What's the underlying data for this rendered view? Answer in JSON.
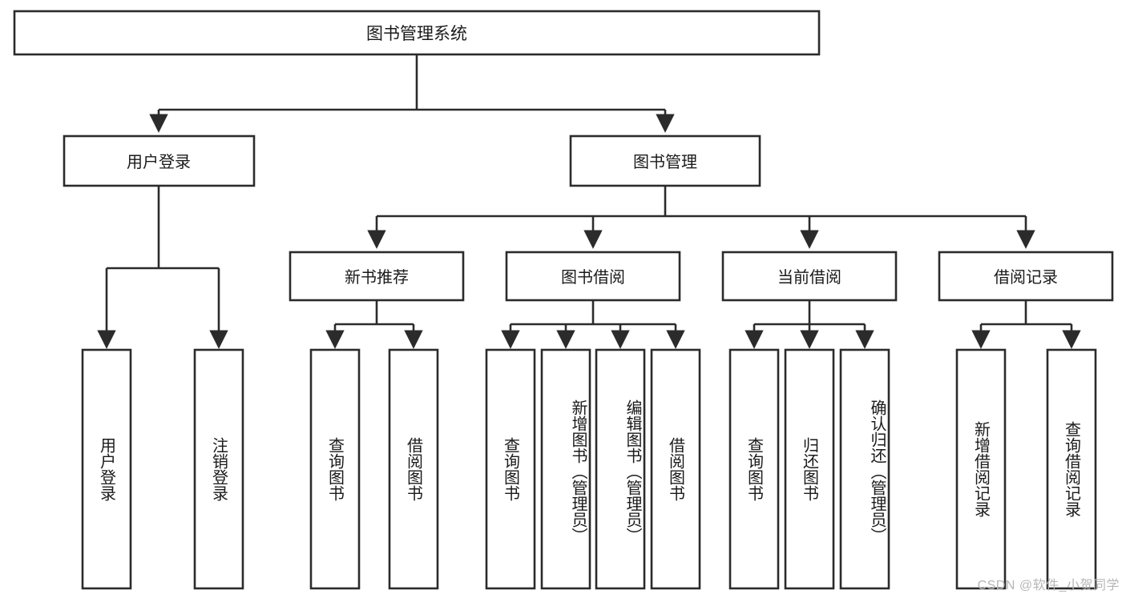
{
  "diagram": {
    "title": "图书管理系统",
    "type": "tree-hierarchy-chart",
    "root": {
      "label": "图书管理系统"
    },
    "level2": [
      {
        "label": "用户登录"
      },
      {
        "label": "图书管理"
      }
    ],
    "level3": [
      {
        "label": "新书推荐"
      },
      {
        "label": "图书借阅"
      },
      {
        "label": "当前借阅"
      },
      {
        "label": "借阅记录"
      }
    ],
    "leaves": {
      "user_login": [
        {
          "label": "用户登录"
        },
        {
          "label": "注销登录"
        }
      ],
      "new_book_recommend": [
        {
          "label": "查询图书"
        },
        {
          "label": "借阅图书"
        }
      ],
      "book_borrow": [
        {
          "label": "查询图书"
        },
        {
          "label": "新增图书（管理员）"
        },
        {
          "label": "编辑图书（管理员）"
        },
        {
          "label": "借阅图书"
        }
      ],
      "current_borrow": [
        {
          "label": "查询图书"
        },
        {
          "label": "归还图书"
        },
        {
          "label": "确认归还（管理员）"
        }
      ],
      "borrow_record": [
        {
          "label": "新增借阅记录"
        },
        {
          "label": "查询借阅记录"
        }
      ]
    }
  },
  "watermark": {
    "text": "CSDN @软件_小贺同学"
  },
  "colors": {
    "background": "#ffffff",
    "stroke": "#2b2b2b",
    "text": "#1a1a1a",
    "watermark": "#b6b6b6"
  }
}
